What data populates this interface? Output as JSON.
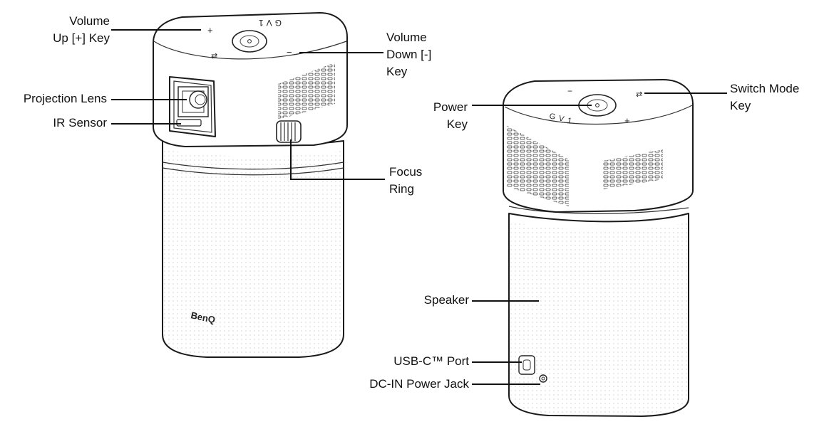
{
  "diagram": {
    "brand_logo": "BenQ",
    "top_panel_text_left": "GV1",
    "top_panel_text_right": "GV1",
    "callouts": [
      {
        "id": "volume-up",
        "lines": [
          "Volume",
          "Up [+] Key"
        ]
      },
      {
        "id": "proj-lens",
        "lines": [
          "Projection Lens"
        ]
      },
      {
        "id": "ir-sensor",
        "lines": [
          "IR Sensor"
        ]
      },
      {
        "id": "volume-down",
        "lines": [
          "Volume",
          "Down [-]",
          "Key"
        ]
      },
      {
        "id": "focus-ring",
        "lines": [
          "Focus",
          "Ring"
        ]
      },
      {
        "id": "power-key",
        "lines": [
          "Power",
          "Key"
        ]
      },
      {
        "id": "switch-mode",
        "lines": [
          "Switch Mode",
          "Key"
        ]
      },
      {
        "id": "speaker",
        "lines": [
          "Speaker"
        ]
      },
      {
        "id": "usbc-port",
        "lines": [
          "USB-C™ Port"
        ]
      },
      {
        "id": "dc-in",
        "lines": [
          "DC-IN Power Jack"
        ]
      }
    ]
  }
}
